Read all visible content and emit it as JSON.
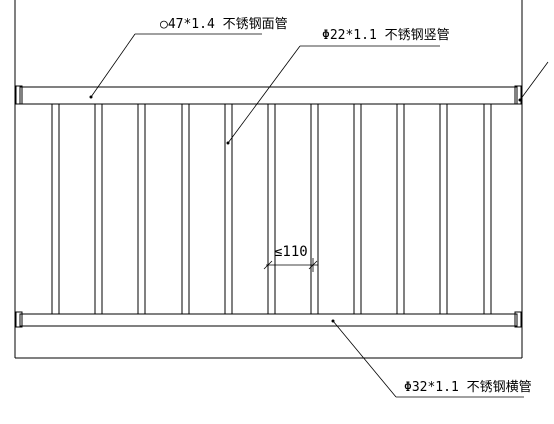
{
  "labels": {
    "top_rail": "○47*1.4  不锈钢面管",
    "baluster": "Φ22*1.1  不锈钢竖管",
    "bottom_rail": "Φ32*1.1  不锈钢横管",
    "spacing": "≤110"
  }
}
